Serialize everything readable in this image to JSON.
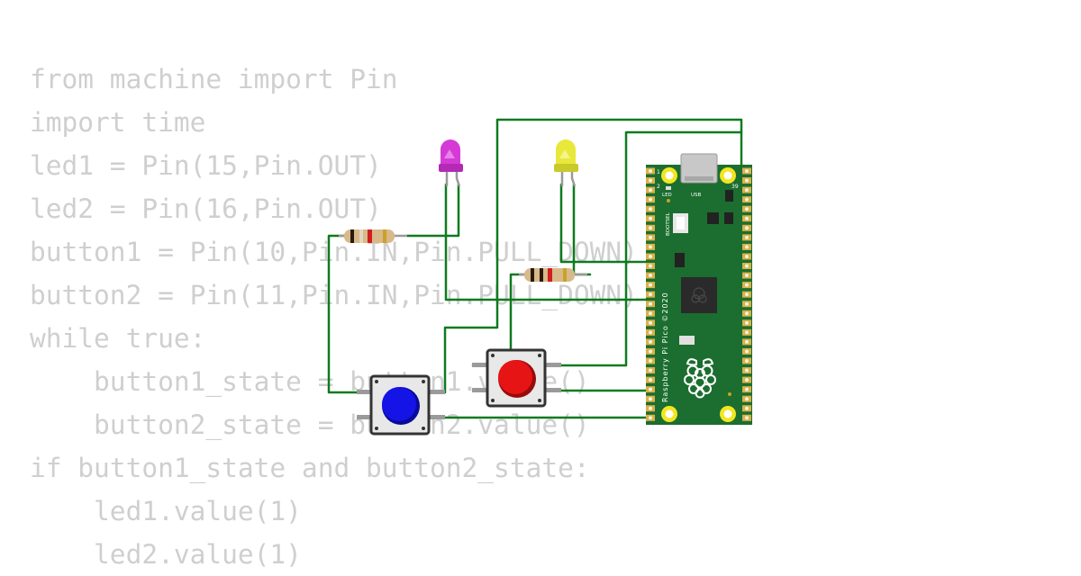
{
  "code_lines": [
    "from machine import Pin",
    "import time",
    "led1 = Pin(15,Pin.OUT)",
    "led2 = Pin(16,Pin.OUT)",
    "button1 = Pin(10,Pin.IN,Pin.PULL_DOWN)",
    "button2 = Pin(11,Pin.IN,Pin.PULL_DOWN)",
    "while true:",
    "    button1_state = button1.value()",
    "    button2_state = button2.value()",
    "if button1_state and button2_state:",
    "    led1.value(1)",
    "    led2.value(1)"
  ],
  "board": {
    "name": "Raspberry Pi Pico ©2020",
    "led_label": "LED",
    "usb_label": "USB",
    "bootsel_label": "BOOTSEL",
    "pin1_label": "1",
    "pin2_label": "2",
    "pin39_label": "39",
    "color": "#1b6e2f"
  },
  "components": {
    "led1_color": "#d63ad6",
    "led2_color": "#e8e83a",
    "button1_cap_color": "#1414e6",
    "button2_cap_color": "#e61414",
    "wire_color": "#0f7a1f"
  }
}
